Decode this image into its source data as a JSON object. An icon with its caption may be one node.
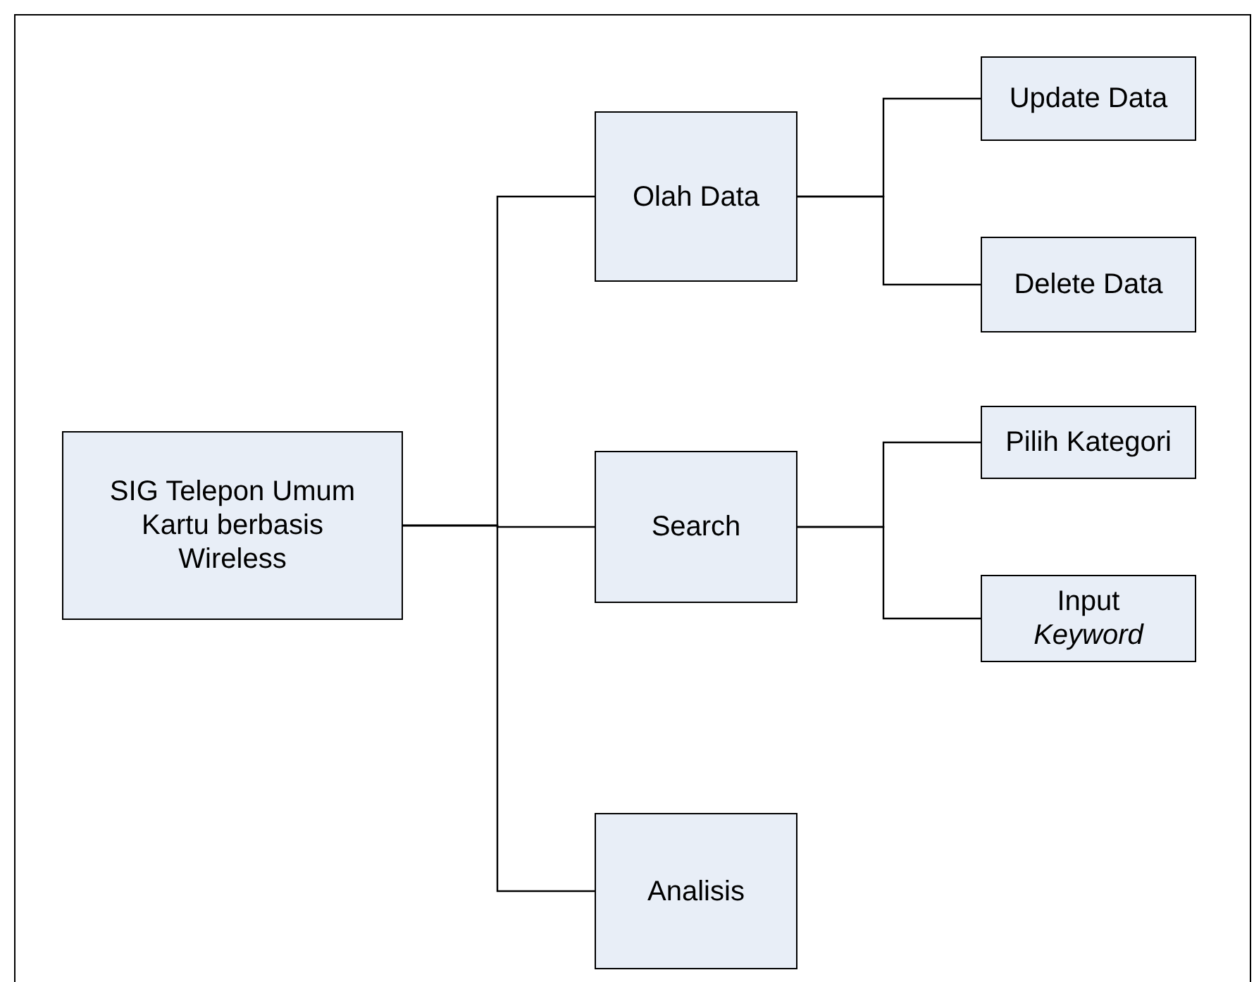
{
  "diagram": {
    "nodes": [
      {
        "text": [
          "SIG Telepon Umum Kartu berbasis Wireless"
        ]
      },
      {
        "text": [
          "Olah Data"
        ]
      },
      {
        "text": [
          "Search"
        ]
      },
      {
        "text": [
          "Analisis"
        ]
      },
      {
        "text": [
          "Update Data"
        ]
      },
      {
        "text": [
          "Delete Data"
        ]
      },
      {
        "text": [
          "Pilih Kategori"
        ]
      },
      {
        "text": [
          "Input *Keyword*"
        ]
      }
    ],
    "edges": [
      {
        "from": 0,
        "to": 1,
        "arrow": "none"
      },
      {
        "from": 0,
        "to": 2,
        "arrow": "none"
      },
      {
        "from": 0,
        "to": 3,
        "arrow": "none"
      },
      {
        "from": 1,
        "to": 4,
        "arrow": "none"
      },
      {
        "from": 1,
        "to": 5,
        "arrow": "none"
      },
      {
        "from": 2,
        "to": 6,
        "arrow": "none"
      },
      {
        "from": 2,
        "to": 7,
        "arrow": "none"
      }
    ]
  }
}
